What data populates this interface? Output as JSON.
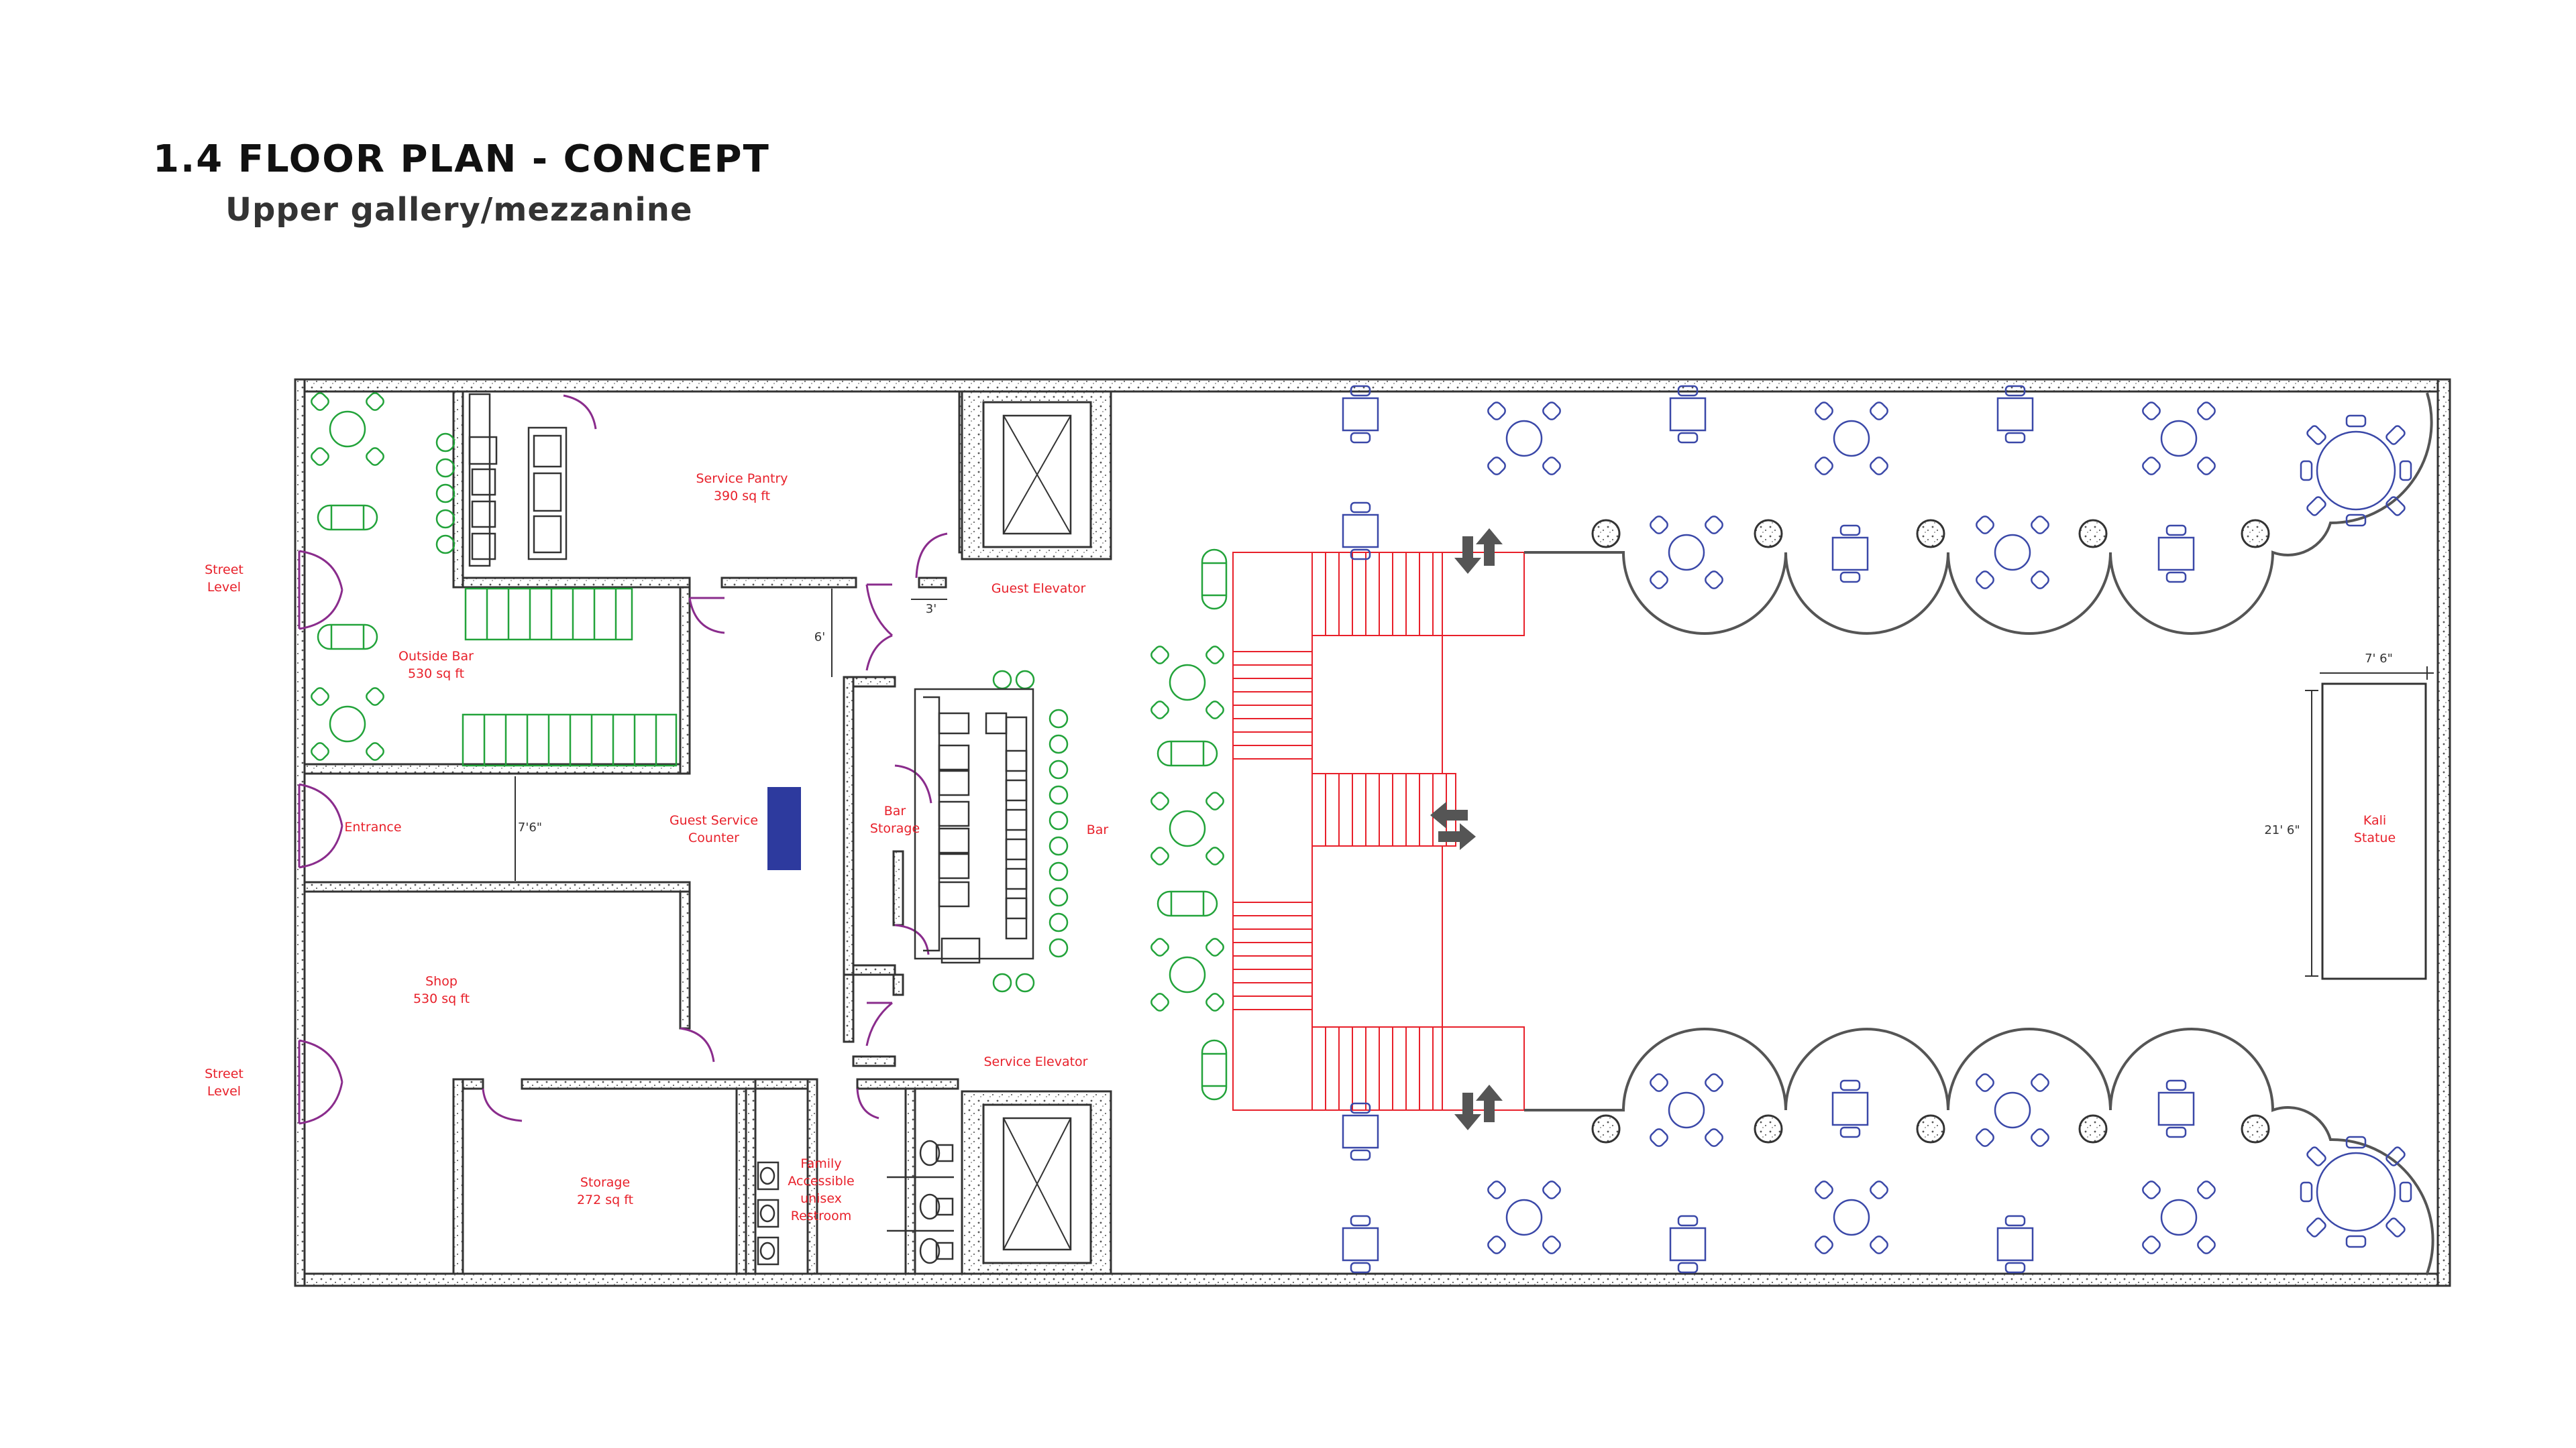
{
  "header": {
    "title": "1.4  FLOOR PLAN - CONCEPT",
    "subtitle": "Upper gallery/mezzanine"
  },
  "rooms": {
    "service_pantry": [
      "Service Pantry",
      "390 sq ft"
    ],
    "outside_bar": [
      "Outside Bar",
      "530 sq ft"
    ],
    "street_level_top": [
      "Street",
      "Level"
    ],
    "street_level_bottom": [
      "Street",
      "Level"
    ],
    "entrance": [
      "Entrance"
    ],
    "guest_service_counter": [
      "Guest Service",
      "Counter"
    ],
    "bar_storage": [
      "Bar",
      "Storage"
    ],
    "bar": [
      "Bar"
    ],
    "guest_elevator": [
      "Guest Elevator"
    ],
    "service_elevator": [
      "Service Elevator"
    ],
    "shop": [
      "Shop",
      "530 sq ft"
    ],
    "storage": [
      "Storage",
      "272 sq ft"
    ],
    "restroom": [
      "Family",
      "Accessible",
      "unisex",
      "Restroom"
    ],
    "kali_statue": [
      "Kali",
      "Statue"
    ]
  },
  "dimensions": {
    "corridor_width": "7'6\"",
    "door_gap": "3'",
    "passage_height": "6'",
    "statue_width": "7' 6\"",
    "statue_length": "21' 6\""
  },
  "colors": {
    "wall": "#333333",
    "label": "#e8202a",
    "outdoor_furniture": "#22a33a",
    "indoor_furniture": "#3a48a8",
    "stairs": "#e8202a",
    "doors": "#8a2c8c",
    "counter": "#2d3a9e"
  }
}
